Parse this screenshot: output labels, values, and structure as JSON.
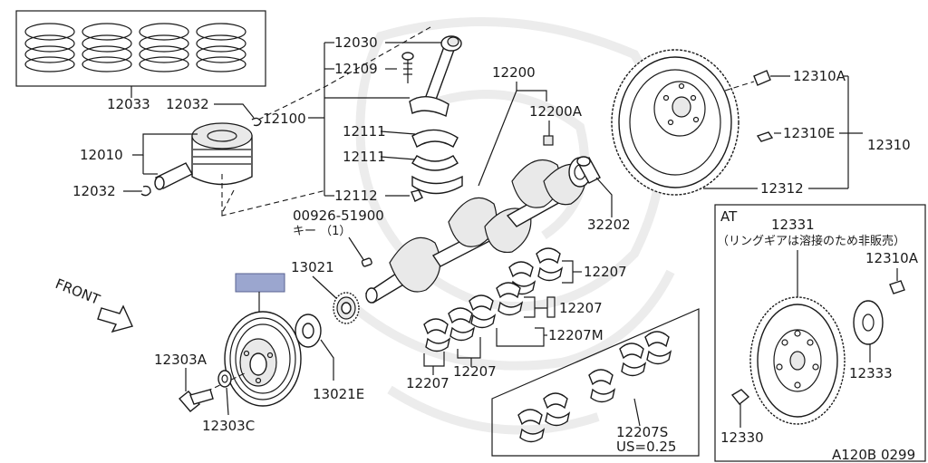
{
  "parts": {
    "p12033": "12033",
    "p12032a": "12032",
    "p12032b": "12032",
    "p12010": "12010",
    "p12100": "12100",
    "p12030": "12030",
    "p12109": "12109",
    "p12111a": "12111",
    "p12111b": "12111",
    "p12112": "12112",
    "p00926": "00926-51900",
    "key_label": "キー （1）",
    "p12200": "12200",
    "p12200A": "12200A",
    "p32202": "32202",
    "p12310A": "12310A",
    "p12310E": "12310E",
    "p12310": "12310",
    "p12312": "12312",
    "p13021": "13021",
    "p13021E": "13021E",
    "p12303A": "12303A",
    "p12303C": "12303C",
    "p12207a": "12207",
    "p12207b": "12207",
    "p12207M": "12207M",
    "p12207c": "12207",
    "p12207d": "12207",
    "p12207S": "12207S",
    "us_size": "US=0.25",
    "front": "FRONT",
    "at_title": "AT",
    "p12331": "12331",
    "ring_gear_note": "（リングギアは溶接のため非販売）",
    "p12310A_at": "12310A",
    "p12333": "12333",
    "p12330": "12330",
    "diagram_id": "A120B 0299"
  },
  "colors": {
    "line": "#1a1a1a",
    "highlight_fill": "#9ba6cf",
    "highlight_stroke": "#5a6390",
    "watermark": "#ececec"
  }
}
